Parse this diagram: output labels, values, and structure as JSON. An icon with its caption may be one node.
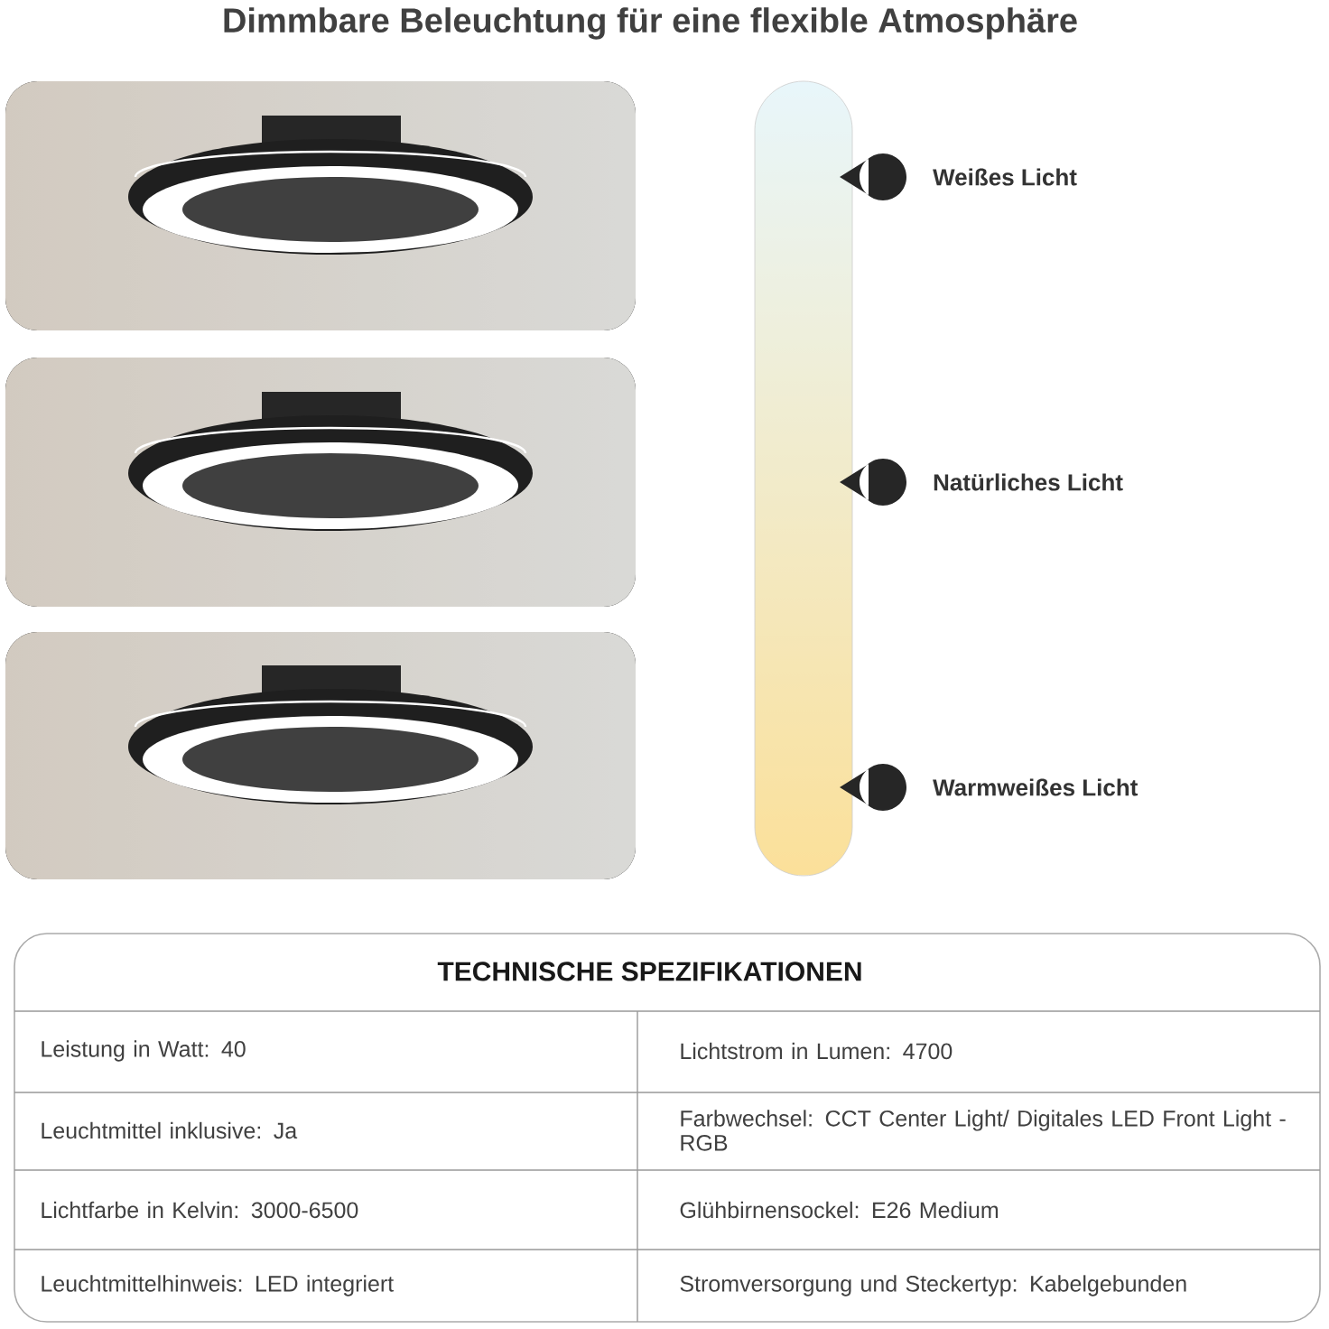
{
  "diagram": {
    "title": "Dimmbare Beleuchtung für eine flexible Atmosphäre",
    "labels": [
      "Weißes Licht",
      "Natürliches Licht",
      "Warmweißes Licht",
      "TECHNISCHE SPEZIFIKATIONEN",
      "Leistung in Watt: 40",
      "Lichtstrom in Lumen: 4700",
      "Leuchtmittel inklusive: Ja",
      "Farbwechsel: CCT Center Light/ Digitales LED Front Light - RGB",
      "Lichtfarbe in Kelvin: 3000-6500",
      "Glühbirnensockel: E26 Medium",
      "Leuchtmittelhinweis: LED integriert",
      "Stromversorgung und Steckertyp: Kabelgebunden"
    ]
  }
}
